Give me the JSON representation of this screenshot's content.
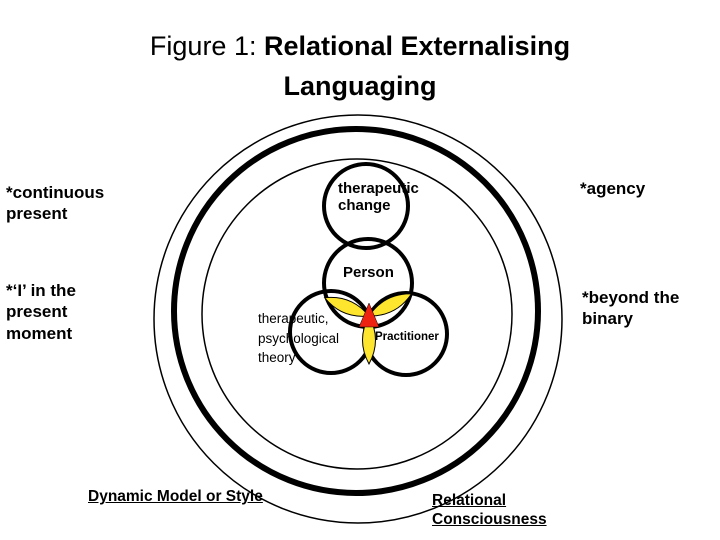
{
  "title": {
    "prefix": "Figure 1: ",
    "bold_line1": "Relational Externalising",
    "bold_line2": "Languaging"
  },
  "annotations": {
    "left_top": "*continuous present",
    "left_middle": "*‘I’ in the present moment",
    "right_top": "*agency",
    "right_middle": "*beyond the binary"
  },
  "venn": {
    "top_circle_label": "therapeutic change",
    "person_label": "Person",
    "theory_label": "therapeutic, psychological theory",
    "practitioner_label": "Practitioner"
  },
  "footer": {
    "left": "Dynamic Model or Style",
    "right": "Relational Consciousness"
  },
  "colors": {
    "petal_yellow": "#ffe62e",
    "triangle_red": "#ee2211",
    "line_black": "#000000"
  }
}
